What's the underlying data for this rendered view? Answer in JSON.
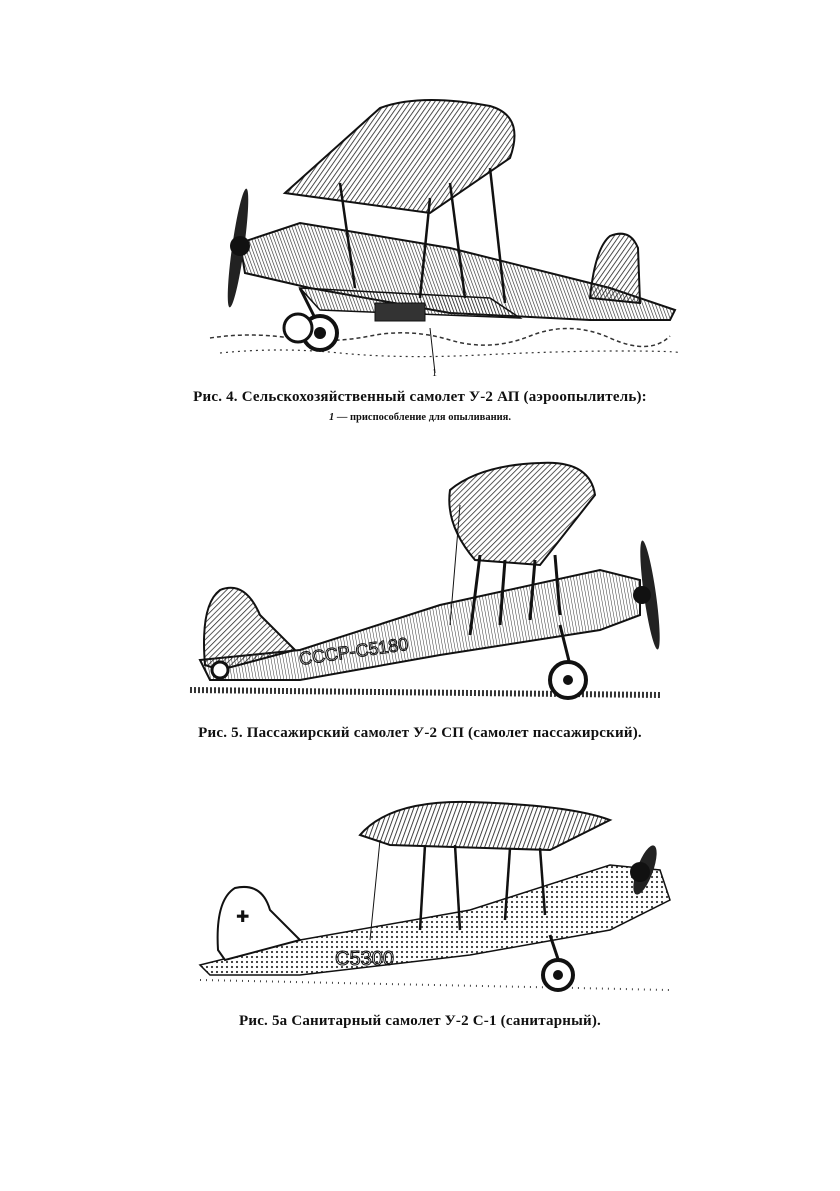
{
  "figures": [
    {
      "label": "Рис. 4.",
      "caption": "Сельскохозяйственный самолет У-2 АП (аэроопылитель):",
      "callout_number": "1",
      "legend": "— приспособление для опыливания.",
      "legend_number": "1"
    },
    {
      "label": "Рис. 5.",
      "caption": "Пассажирский самолет У-2 СП (самолет пассажирский).",
      "fuselage_marking": "СССР-С5180"
    },
    {
      "label": "Рис. 5а",
      "caption": "Санитарный самолет У-2 С-1 (санитарный).",
      "fuselage_marking": "С5300"
    }
  ]
}
